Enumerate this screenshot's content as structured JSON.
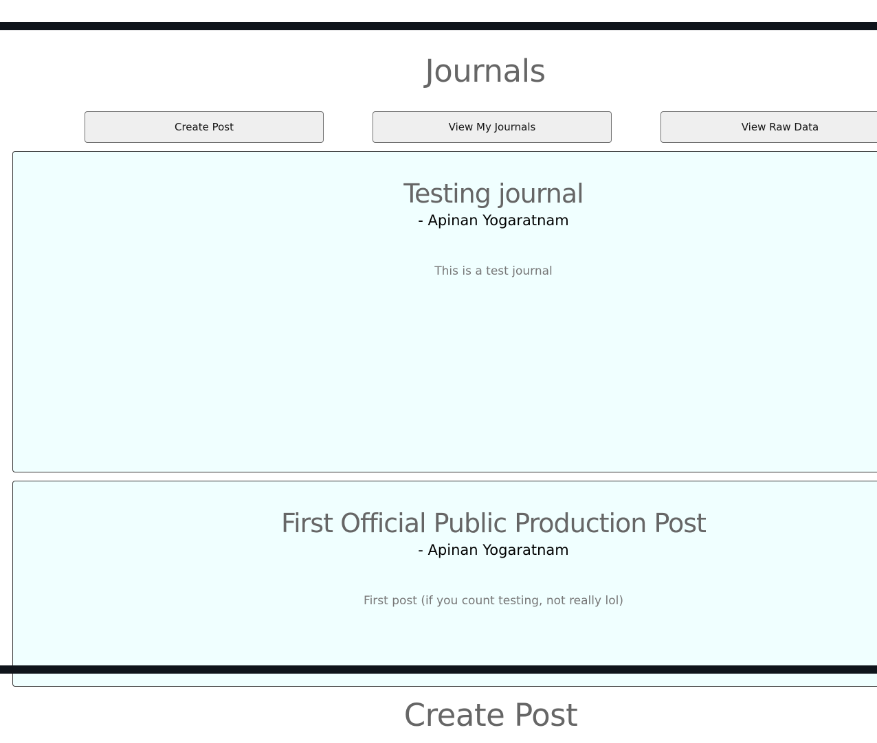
{
  "header": {
    "title": "Journals"
  },
  "nav": {
    "create_post_label": "Create Post",
    "view_journals_label": "View My Journals",
    "view_raw_label": "View Raw Data"
  },
  "journals": [
    {
      "title": "Testing journal",
      "author": "- Apinan Yogaratnam",
      "body": "This is a test journal"
    },
    {
      "title": "First Official Public Production Post",
      "author": "- Apinan Yogaratnam",
      "body": "First post (if you count testing, not really lol)"
    }
  ],
  "create_section": {
    "title": "Create Post"
  },
  "colors": {
    "dark_bar": "#0f141b",
    "card_background": "#f0ffff",
    "button_background": "#efefef",
    "title_text": "#666666"
  }
}
